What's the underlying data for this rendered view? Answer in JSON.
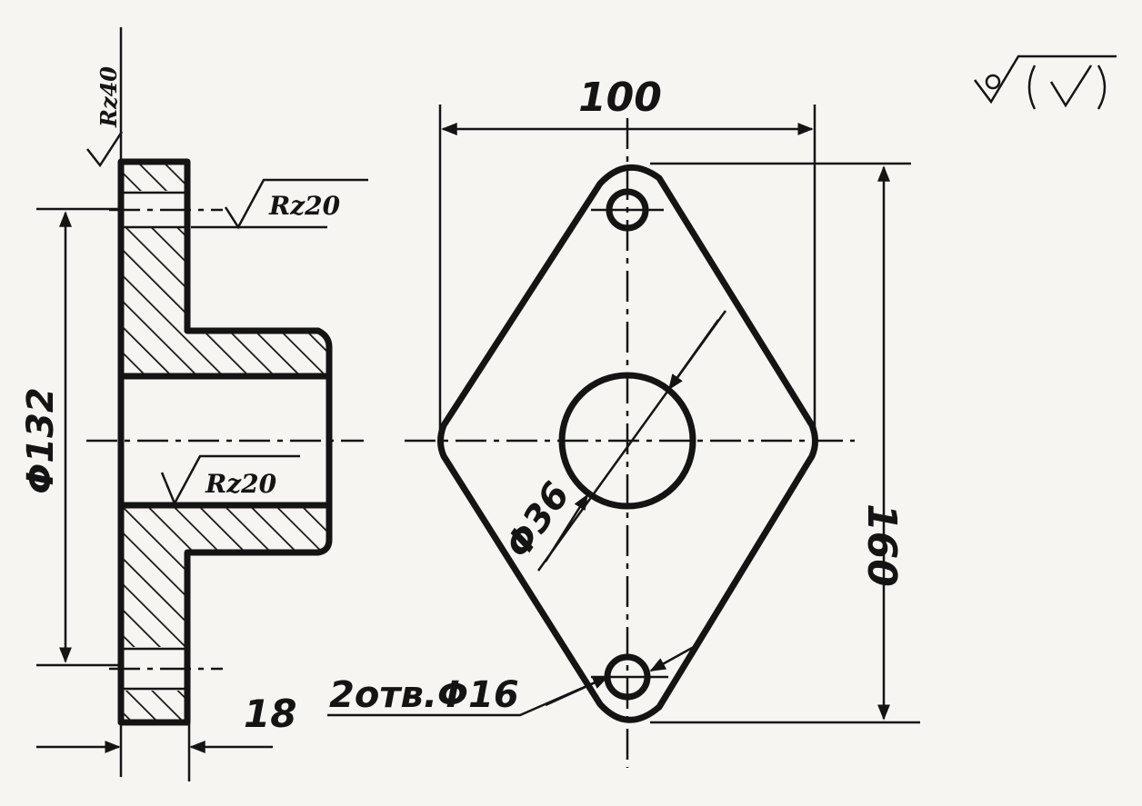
{
  "annotations": {
    "width_dim": "100",
    "height_dim": "160",
    "flange_diameter": "Φ132",
    "bore_diameter": "Φ36",
    "thickness_dim": "18",
    "holes_note": "2отв.Φ16",
    "roughness_top": "Rz40",
    "roughness_hole": "Rz20",
    "roughness_bore": "Rz20"
  },
  "colors": {
    "ink": "#141414",
    "paper": "#f6f5f2"
  },
  "general_roughness_symbol": "roughness-symbol-icon"
}
